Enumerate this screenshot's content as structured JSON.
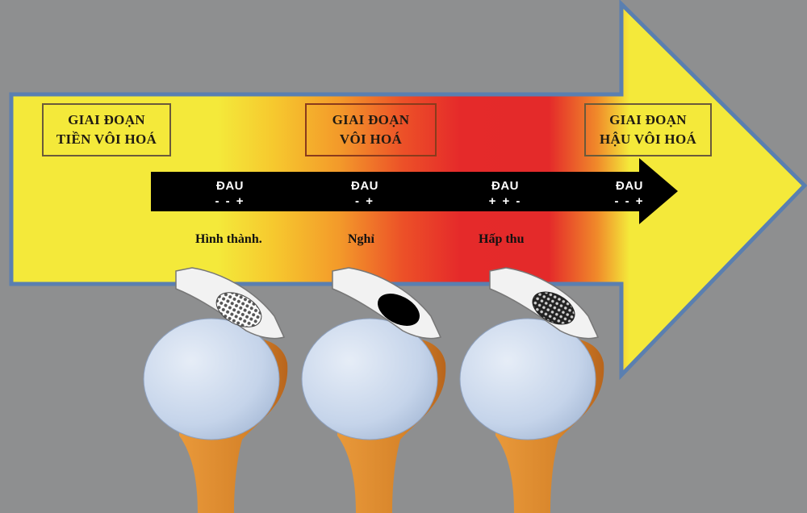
{
  "stages": [
    {
      "line1": "GIAI ĐOẠN",
      "line2": "TIỀN VÔI HOÁ"
    },
    {
      "line1": "GIAI ĐOẠN",
      "line2": "VÔI HOÁ"
    },
    {
      "line1": "GIAI ĐOẠN",
      "line2": "HẬU VÔI HOÁ"
    }
  ],
  "pain": [
    {
      "label": "ĐAU",
      "sign": "- - +"
    },
    {
      "label": "ĐAU",
      "sign": "- +"
    },
    {
      "label": "ĐAU",
      "sign": "+ + -"
    },
    {
      "label": "ĐAU",
      "sign": "- - +"
    }
  ],
  "phases": [
    "Hình thành.",
    "Nghỉ",
    "Hấp thu"
  ],
  "colors": {
    "background": "#8e8f90",
    "arrow_yellow": "#f4e93a",
    "arrow_orange": "#f39a2a",
    "arrow_red": "#e52a2a",
    "arrow_border": "#5a7fb0",
    "timeline": "#000000",
    "bone": "#d7842a",
    "humeral_head": "#c5d4ea",
    "acromion": "#f2f2f2"
  }
}
